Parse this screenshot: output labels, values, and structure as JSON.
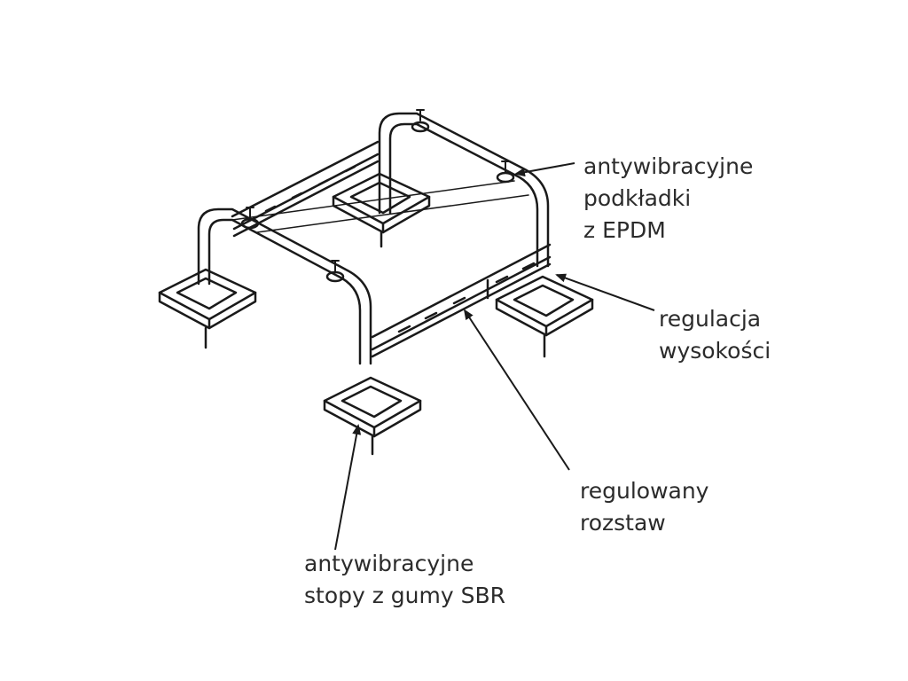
{
  "colors": {
    "line": "#1a1a1a",
    "text": "#2b2b2b",
    "background": "#ffffff"
  },
  "labels": {
    "pads": {
      "lines": [
        "antywibracyjne",
        "podkładki",
        "z EPDM"
      ]
    },
    "height": {
      "lines": [
        "regulacja",
        "wysokości"
      ]
    },
    "spacing": {
      "lines": [
        "regulowany",
        "rozstaw"
      ]
    },
    "feet": {
      "lines": [
        "antywibracyjne",
        "stopy z gumy SBR"
      ]
    }
  }
}
